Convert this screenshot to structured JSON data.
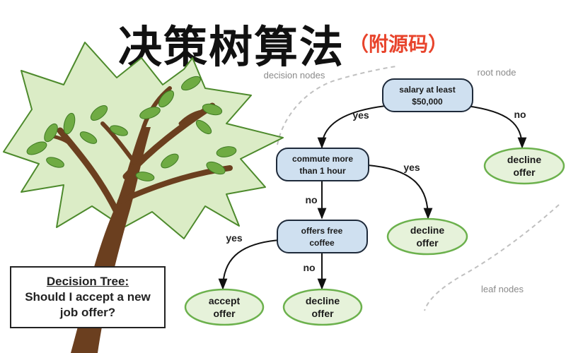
{
  "title": {
    "main": "决策树算法",
    "sub": "（附源码）"
  },
  "caption": {
    "line1": "Decision Tree:",
    "line2": "Should I accept a new",
    "line3": "job offer?"
  },
  "region_labels": {
    "decision": "decision nodes",
    "root": "root node",
    "leaf": "leaf nodes"
  },
  "nodes": {
    "root": {
      "line1": "salary at least",
      "line2": "$50,000"
    },
    "commute": {
      "line1": "commute more",
      "line2": "than 1 hour"
    },
    "coffee": {
      "line1": "offers free",
      "line2": "coffee"
    },
    "decline_right": {
      "line1": "decline",
      "line2": "offer"
    },
    "decline_middle": {
      "line1": "decline",
      "line2": "offer"
    },
    "accept": {
      "line1": "accept",
      "line2": "offer"
    },
    "decline_bottom": {
      "line1": "decline",
      "line2": "offer"
    }
  },
  "edges": {
    "root_yes": "yes",
    "root_no": "no",
    "commute_yes": "yes",
    "commute_no": "no",
    "coffee_yes": "yes",
    "coffee_no": "no"
  },
  "colors": {
    "decision_fill": "#cfe0f0",
    "decision_stroke": "#1e2a3a",
    "leaf_fill": "#e6f2da",
    "leaf_stroke": "#6cb14d",
    "foliage_fill": "#dbecc6",
    "foliage_stroke": "#4d8a2c",
    "leaf_dark": "#6fab43",
    "trunk": "#6b3f1f",
    "region_dash": "#c0c0c0",
    "accent": "#e8442c"
  }
}
